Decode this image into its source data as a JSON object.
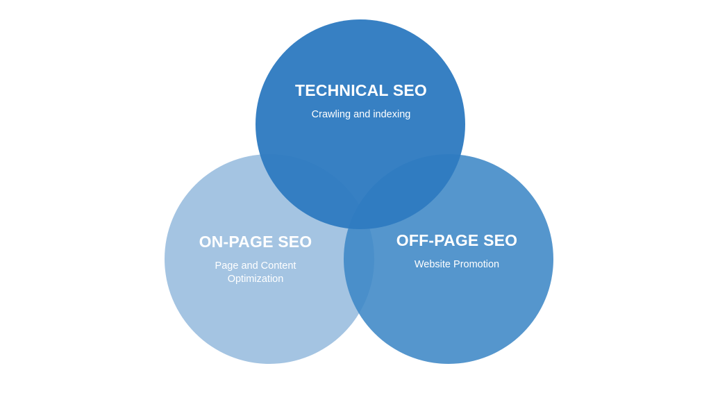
{
  "diagram": {
    "circles": [
      {
        "id": "technical",
        "title": "TECHNICAL SEO",
        "subtitle_lines": [
          "Crawling and indexing"
        ],
        "color": "#2f7bc1",
        "opacity": 0.96
      },
      {
        "id": "onpage",
        "title": "ON-PAGE SEO",
        "subtitle_lines": [
          "Page and Content",
          "Optimization"
        ],
        "color": "#a4c4e2",
        "opacity": 1
      },
      {
        "id": "offpage",
        "title": "OFF-PAGE SEO",
        "subtitle_lines": [
          "Website Promotion"
        ],
        "color": "#3d87c6",
        "opacity": 0.88
      }
    ]
  }
}
